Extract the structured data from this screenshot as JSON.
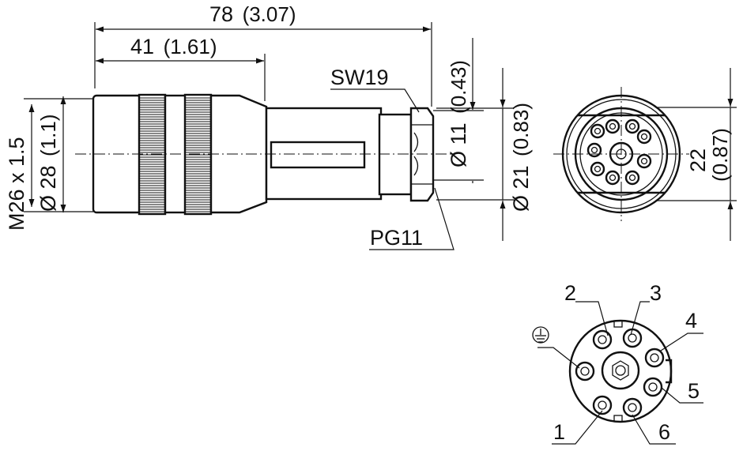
{
  "dimensions": {
    "overall_length": {
      "value": "78",
      "inch": "(3.07)"
    },
    "body_length": {
      "value": "41",
      "inch": "(1.61)"
    },
    "thread": "M26 x 1.5",
    "outer_diameter": {
      "value": "Ø 28",
      "inch": "(1.1)"
    },
    "wrench_size": "SW19",
    "cable_diameter": {
      "value": "Ø 11",
      "inch": "(0.43)"
    },
    "gland_diameter": {
      "value": "Ø 21",
      "inch": "(0.83)"
    },
    "cable_gland": "PG11",
    "face_width": {
      "value": "22",
      "inch": "(0.87)"
    }
  },
  "pinout": {
    "pins": [
      "1",
      "2",
      "3",
      "4",
      "5",
      "6"
    ],
    "ground_symbol": "earth-ground-icon"
  },
  "colors": {
    "line": "#111111",
    "background": "#ffffff"
  }
}
